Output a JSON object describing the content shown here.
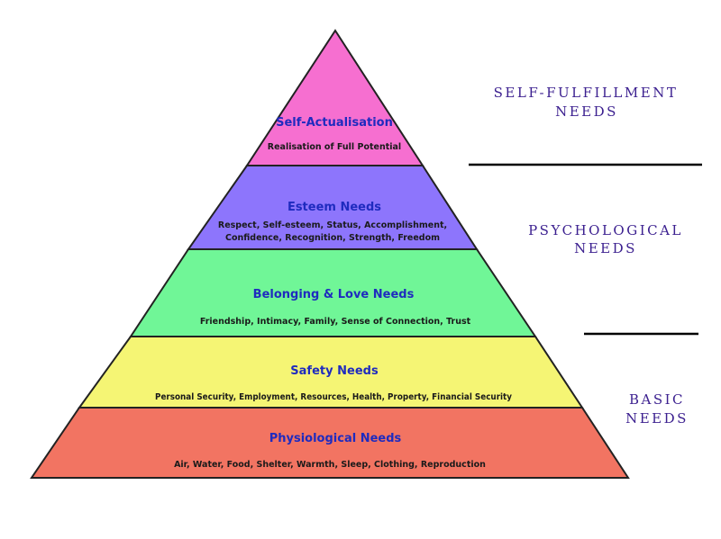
{
  "tiers": [
    {
      "title": "Self-Actualisation",
      "desc_lines": [
        "Realisation of Full Potential"
      ],
      "color": "#f66fd0"
    },
    {
      "title": "Esteem Needs",
      "desc_lines": [
        "Respect, Self-esteem, Status, Accomplishment,",
        "Confidence, Recognition, Strength, Freedom"
      ],
      "color": "#8d75fc"
    },
    {
      "title": "Belonging & Love Needs",
      "desc_lines": [
        "Friendship, Intimacy, Family, Sense of Connection, Trust"
      ],
      "color": "#70f697"
    },
    {
      "title": "Safety Needs",
      "desc_lines": [
        "Personal Security, Employment, Resources, Health, Property, Financial Security"
      ],
      "color": "#f5f574"
    },
    {
      "title": "Physiological Needs",
      "desc_lines": [
        "Air, Water, Food, Shelter, Warmth, Sleep, Clothing, Reproduction"
      ],
      "color": "#f27462"
    }
  ],
  "groups": [
    {
      "lines": [
        "SELF-FULFILLMENT",
        "NEEDS"
      ]
    },
    {
      "lines": [
        "PSYCHOLOGICAL",
        "NEEDS"
      ]
    },
    {
      "lines": [
        "BASIC",
        "NEEDS"
      ]
    }
  ]
}
